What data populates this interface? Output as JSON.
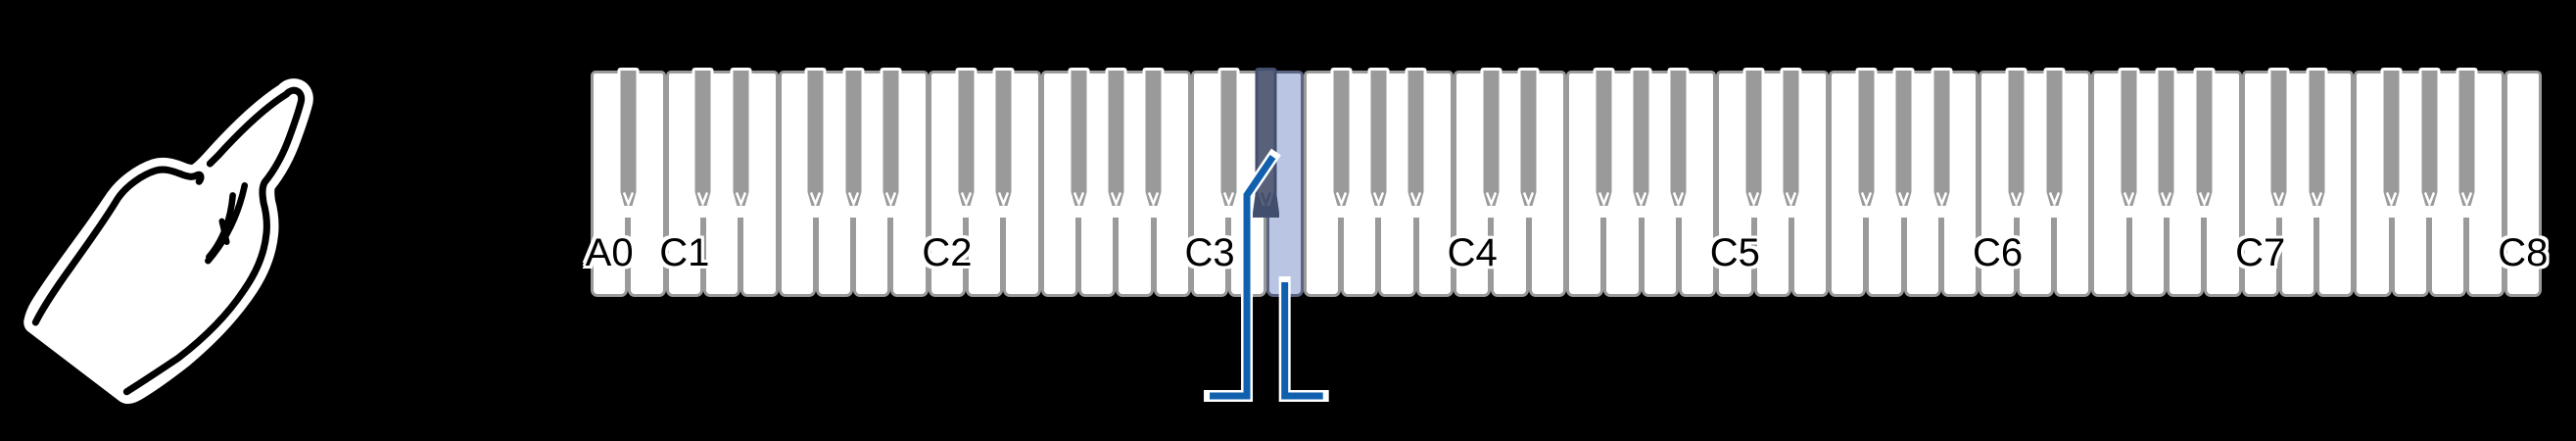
{
  "scene": {
    "background": "#000000",
    "hand_icon": "pointing-hand"
  },
  "keyboard": {
    "first_key": "A0",
    "last_key": "C8",
    "key_labels": [
      {
        "key": "A0",
        "text": "A0"
      },
      {
        "key": "C1",
        "text": "C1"
      },
      {
        "key": "C2",
        "text": "C2"
      },
      {
        "key": "C3",
        "text": "C3"
      },
      {
        "key": "C4",
        "text": "C4"
      },
      {
        "key": "C5",
        "text": "C5"
      },
      {
        "key": "C6",
        "text": "C6"
      },
      {
        "key": "C7",
        "text": "C7"
      },
      {
        "key": "C8",
        "text": "C8"
      }
    ],
    "highlighted_keys": [
      {
        "key": "D#3",
        "type": "black"
      },
      {
        "key": "E3",
        "type": "white"
      }
    ],
    "colors": {
      "white_key_fill": "#ffffff",
      "key_outline": "#9a9a9a",
      "black_key_fill": "#9a9a9a",
      "black_key_casing": "#ffffff",
      "highlight_white_fill": "#b9c5e2",
      "highlight_white_border": "#5b6480",
      "highlight_black_fill": "#59617a",
      "highlight_black_casing": "#414e6d",
      "label_text": "#000000",
      "label_halo": "#ffffff"
    }
  },
  "callouts": {
    "line_color": "#1160ad",
    "casing_color": "#ffffff",
    "lines": [
      {
        "target": "D#3",
        "style": "angled"
      },
      {
        "target": "E3",
        "style": "straight"
      }
    ]
  }
}
